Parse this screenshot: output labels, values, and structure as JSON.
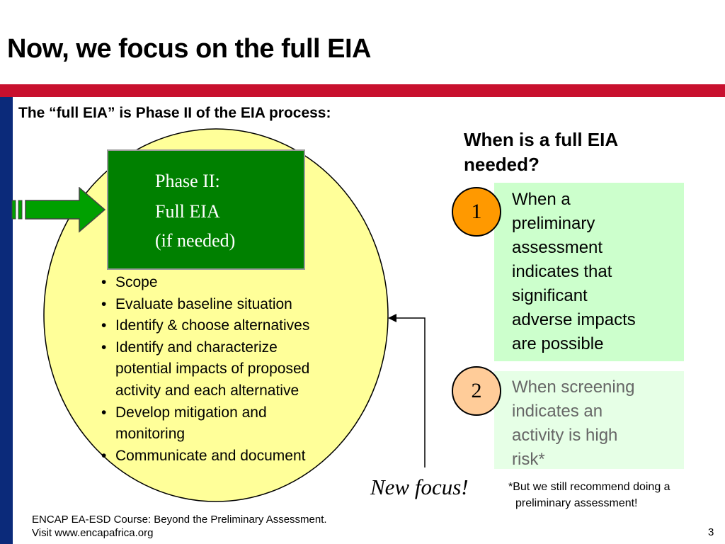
{
  "slide": {
    "title": "Now, we focus on the full EIA",
    "subtitle": "The “full EIA” is Phase II of the EIA process:",
    "question_lines": [
      "When is a full EIA",
      "needed?"
    ],
    "phase_box_lines": [
      "Phase II:",
      "Full EIA",
      "(if needed)"
    ],
    "activities": [
      [
        "Scope"
      ],
      [
        "Evaluate baseline situation"
      ],
      [
        "Identify & choose alternatives"
      ],
      [
        "Identify and characterize",
        "potential impacts of proposed",
        "activity and each alternative"
      ],
      [
        "Develop mitigation and",
        "monitoring"
      ],
      [
        "Communicate and document"
      ]
    ],
    "bullet_char": "•",
    "new_focus": "New focus!",
    "conditions": [
      {
        "number": "1",
        "lines": [
          "When a",
          "preliminary",
          "assessment",
          "indicates that",
          "significant",
          "adverse impacts",
          "are possible"
        ]
      },
      {
        "number": "2",
        "lines": [
          "When screening",
          "indicates an",
          "activity is high",
          "risk*"
        ]
      }
    ],
    "footnote_lines": [
      "*But we still recommend doing a",
      "preliminary assessment!"
    ],
    "footer_lines": [
      "ENCAP EA-ESD Course: Beyond the Preliminary Assessment.",
      "Visit www.encapafrica.org"
    ],
    "page_number": "3"
  },
  "colors": {
    "header_rule": "#c8102e",
    "left_rule": "#0b2a7a",
    "ellipse_fill": "#ffff99",
    "phase_box": "#008000",
    "condition_box_1": "#ccffcc",
    "condition_box_2": "#e6ffe6",
    "condition_text_2": "#666666",
    "badge_1": "#ff9900",
    "badge_2": "#ffcc99"
  },
  "icons": {
    "entry_arrow": "green-right-arrow-icon",
    "feedback_arrow": "left-arrow-icon"
  }
}
